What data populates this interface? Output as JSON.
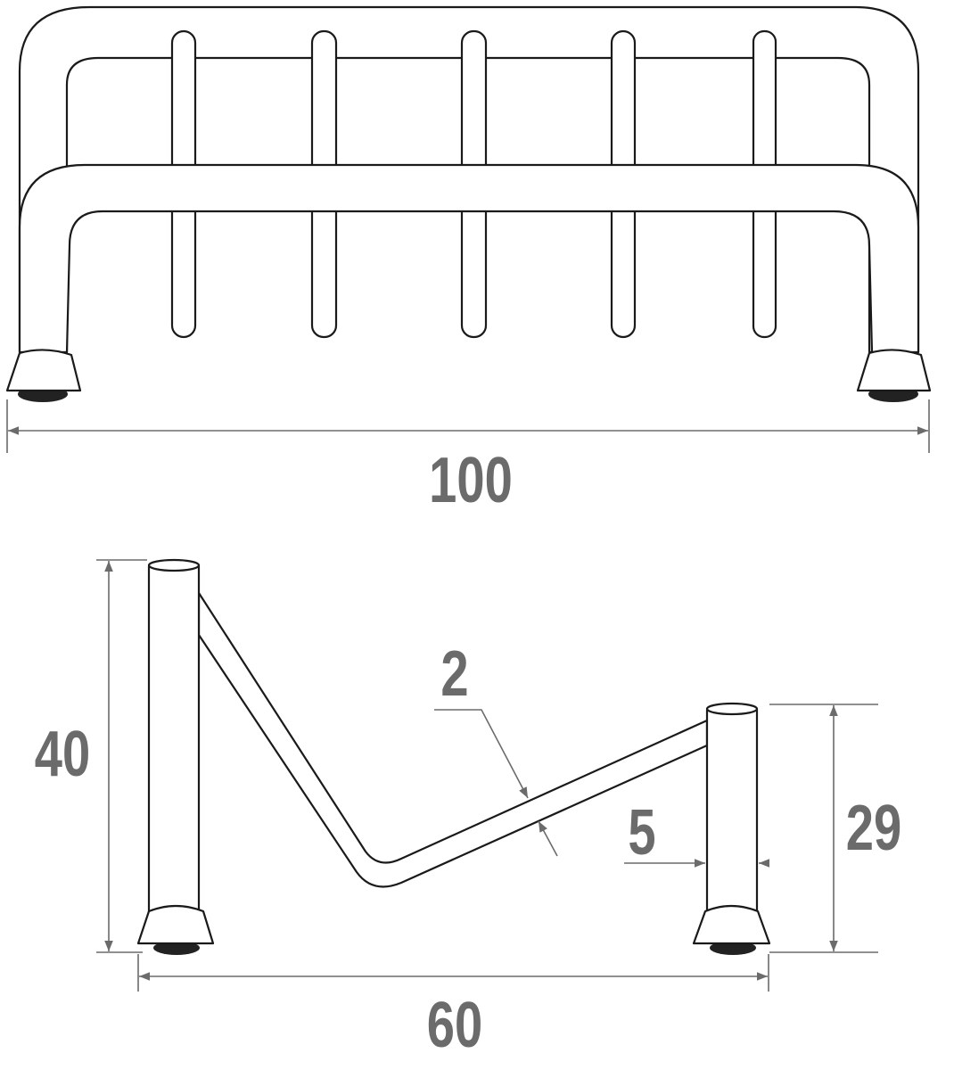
{
  "title": "Rack dimensions drawing",
  "front_view": {
    "width_label": "100",
    "rod_count": 5
  },
  "side_view": {
    "height_label": "40",
    "wire_thickness_label": "2",
    "post_diameter_label": "5",
    "rear_height_label": "29",
    "depth_label": "60"
  },
  "colors": {
    "outline": "#1a1a1a",
    "dimension": "#6b6b6b"
  }
}
